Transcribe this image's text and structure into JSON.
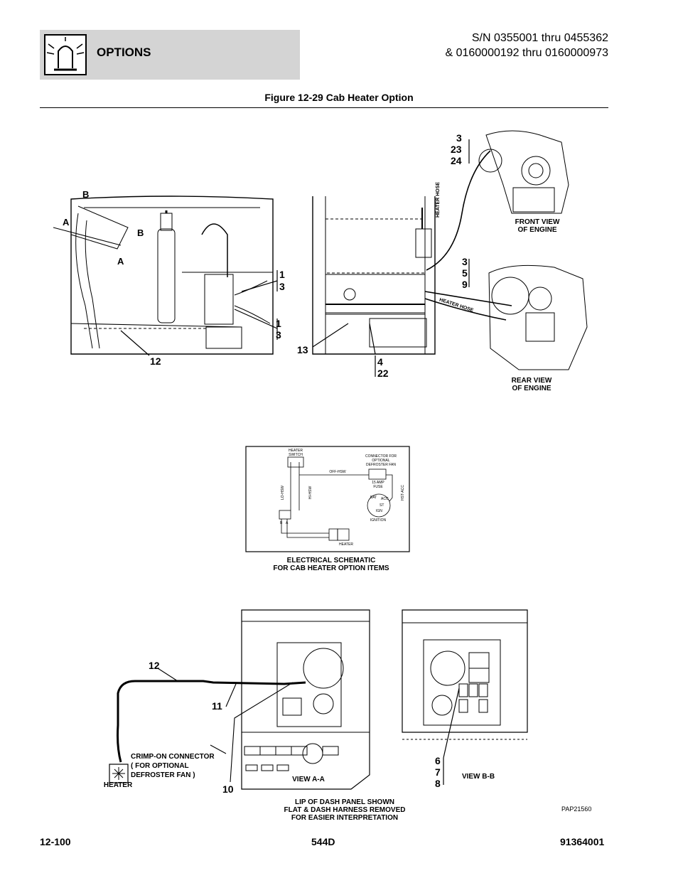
{
  "header": {
    "section": "OPTIONS",
    "icon": "beacon-light-icon",
    "serial_line1": "S/N 0355001 thru 0455362",
    "serial_line2": "& 0160000192 thru 0160000973"
  },
  "figure": {
    "title": "Figure 12-29 Cab Heater Option"
  },
  "callouts": {
    "left": {
      "b_top": "B",
      "a_left": "A",
      "b_right": "B",
      "a_bottom": "A",
      "c1": "1",
      "c3a": "3",
      "c1b": "1",
      "c3b": "3",
      "c12": "12"
    },
    "center": {
      "c13": "13",
      "c4": "4",
      "c22": "22",
      "heater_hose_vertical": "HEATER HOSE",
      "heater_hose_diag": "HEATER HOSE"
    },
    "engine": {
      "c3": "3",
      "c23": "23",
      "c24": "24",
      "front_view": "FRONT VIEW\nOF ENGINE",
      "r3": "3",
      "r5": "5",
      "r9": "9",
      "rear_view": "REAR VIEW\nOF ENGINE"
    }
  },
  "schematic": {
    "heater_switch": "HEATER\nSWITCH",
    "connector": "CONNECTOR FOR\nOPTIONAL\nDEFROSTER FAN",
    "off_hsw": "OFF-HSW",
    "fuse": "15 AMP\nFUSE",
    "hst_acc": "HST-ACC",
    "wire_left": "LO-HSW",
    "wire_right": "HI-HSW",
    "bat": "BAT",
    "acc": "ACC",
    "st": "ST",
    "ign": "IGN",
    "ignition": "IGNITION",
    "conn_b": "B",
    "conn_a": "A",
    "heater": "HEATER",
    "caption": "ELECTRICAL SCHEMATIC\nFOR CAB HEATER OPTION ITEMS"
  },
  "bottom": {
    "c12": "12",
    "c11": "11",
    "c10": "10",
    "crimp": "CRIMP-ON CONNECTOR\n( FOR OPTIONAL\nDEFROSTER FAN )",
    "heater": "HEATER",
    "view_aa": "VIEW A-A",
    "view_bb": "VIEW B-B",
    "c6": "6",
    "c7": "7",
    "c8": "8",
    "lip_note": "LIP OF DASH PANEL SHOWN\nFLAT & DASH HARNESS REMOVED\nFOR EASIER INTERPRETATION",
    "ref_code": "PAP21560"
  },
  "footer": {
    "page": "12-100",
    "model": "544D",
    "doc_number": "91364001"
  }
}
